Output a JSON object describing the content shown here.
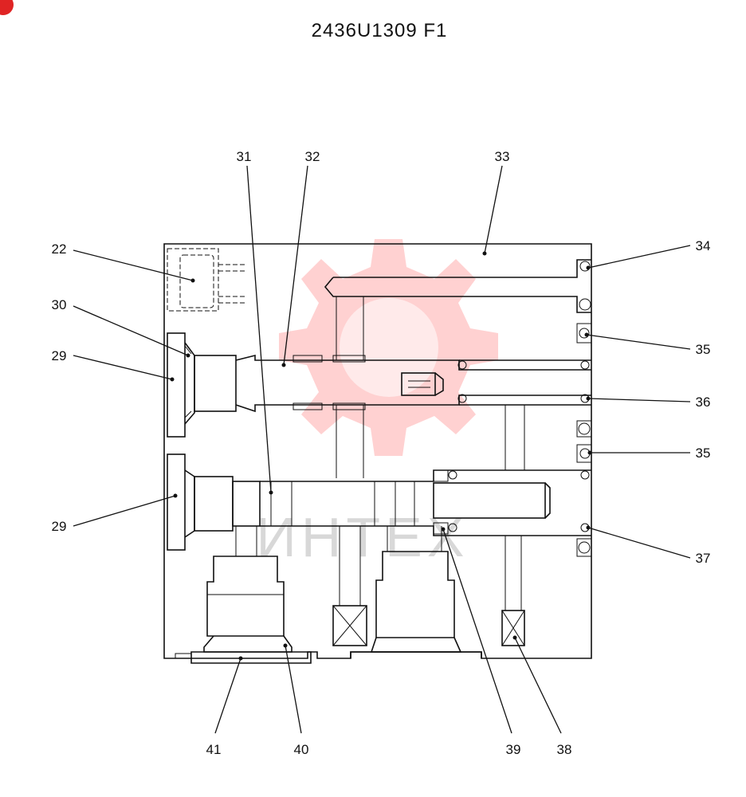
{
  "title": "2436U1309 F1",
  "watermark_text": "ИНТЕХ",
  "colors": {
    "watermark": "#ff9a9a",
    "line": "#111111",
    "badge": "#e02424"
  },
  "labels": {
    "l22": "22",
    "l30": "30",
    "l29a": "29",
    "l29b": "29",
    "l31": "31",
    "l32": "32",
    "l33": "33",
    "l34": "34",
    "l35a": "35",
    "l36": "36",
    "l35b": "35",
    "l37": "37",
    "l41": "41",
    "l40": "40",
    "l39": "39",
    "l38": "38"
  }
}
